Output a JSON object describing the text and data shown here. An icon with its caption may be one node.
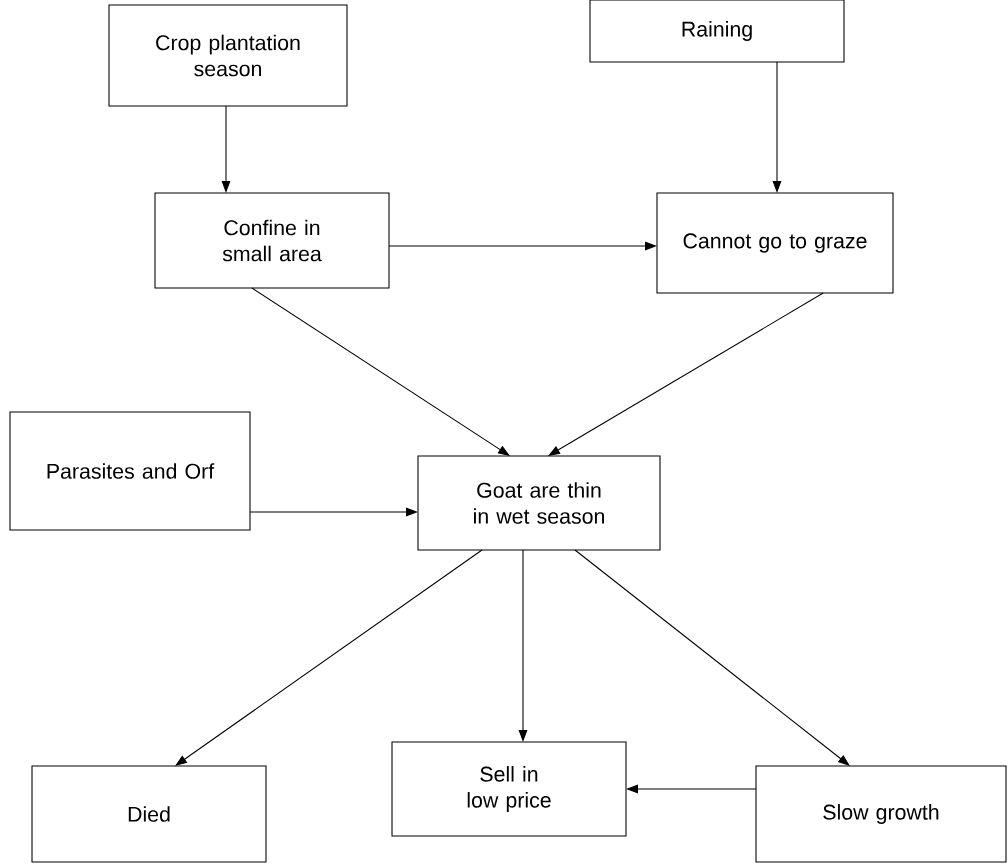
{
  "diagram": {
    "nodes": [
      {
        "text": [
          "Crop plantation season"
        ]
      },
      {
        "text": [
          "Raining"
        ]
      },
      {
        "text": [
          "Confine in small area"
        ]
      },
      {
        "text": [
          "Cannot go to graze"
        ]
      },
      {
        "text": [
          "Parasites and Orf"
        ]
      },
      {
        "text": [
          "Goat are thin in wet season"
        ]
      },
      {
        "text": [
          "Died"
        ]
      },
      {
        "text": [
          "Sell in low price"
        ]
      },
      {
        "text": [
          "Slow growth"
        ]
      }
    ],
    "edges": [
      {
        "from": 0,
        "to": 2,
        "arrow": "to"
      },
      {
        "from": 1,
        "to": 3,
        "arrow": "to"
      },
      {
        "from": 2,
        "to": 3,
        "arrow": "to"
      },
      {
        "from": 2,
        "to": 5,
        "arrow": "to"
      },
      {
        "from": 3,
        "to": 5,
        "arrow": "to"
      },
      {
        "from": 4,
        "to": 5,
        "arrow": "to"
      },
      {
        "from": 5,
        "to": 6,
        "arrow": "to"
      },
      {
        "from": 5,
        "to": 7,
        "arrow": "to"
      },
      {
        "from": 5,
        "to": 8,
        "arrow": "to"
      },
      {
        "from": 8,
        "to": 7,
        "arrow": "to"
      }
    ]
  }
}
